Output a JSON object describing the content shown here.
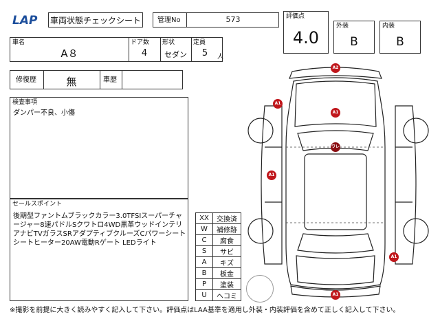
{
  "header": {
    "logo_text": "LAP",
    "title": "車両状態チェックシート",
    "management_label": "管理No",
    "management_no": "573"
  },
  "ratings": {
    "score_label": "評価点",
    "score": "4.0",
    "exterior_label": "外装",
    "exterior": "B",
    "interior_label": "内装",
    "interior": "B"
  },
  "vehicle": {
    "name_label": "車名",
    "name": "A８",
    "doors_label": "ドア数",
    "doors": "4",
    "body_label": "形状",
    "body": "セダン",
    "capacity_label": "定員",
    "capacity": "5",
    "capacity_unit": "人"
  },
  "history": {
    "repair_label": "修復歴",
    "repair": "無",
    "car_history_label": "車歴",
    "car_history": ""
  },
  "inspection": {
    "label": "検査事項",
    "text": "ダンパー不良、小傷"
  },
  "selling_points": {
    "label": "セールスポイント",
    "text": "後期型ファントムブラックカラー3.0TFSIスーパーチャージャー8速パドルSクワトロ4WD黒革ウッドインテリアナビTVガラスSRアダプティブクルーズCパワーシートシートヒーター20AW電動Rゲート LEDライト"
  },
  "legend": [
    {
      "code": "XX",
      "meaning": "交換済"
    },
    {
      "code": "W",
      "meaning": "補修跡"
    },
    {
      "code": "C",
      "meaning": "腐食"
    },
    {
      "code": "S",
      "meaning": "サビ"
    },
    {
      "code": "A",
      "meaning": "キズ"
    },
    {
      "code": "B",
      "meaning": "板金"
    },
    {
      "code": "P",
      "meaning": "塗装"
    },
    {
      "code": "U",
      "meaning": "ヘコミ"
    }
  ],
  "markers": {
    "front_bumper": "A2",
    "left_front": "A1",
    "hood": "A1",
    "roof": "ワレ",
    "left_side": "A1",
    "right_rear": "A1",
    "rear_bumper": "A1"
  },
  "footer_note": "※撮影を前提に大きく読みやすく記入して下さい。評価点はLAA基準を適用し外装・内装評価を含めて正しく記入して下さい。",
  "colors": {
    "marker": "#c0171c",
    "logo": "#1d4f9c"
  }
}
